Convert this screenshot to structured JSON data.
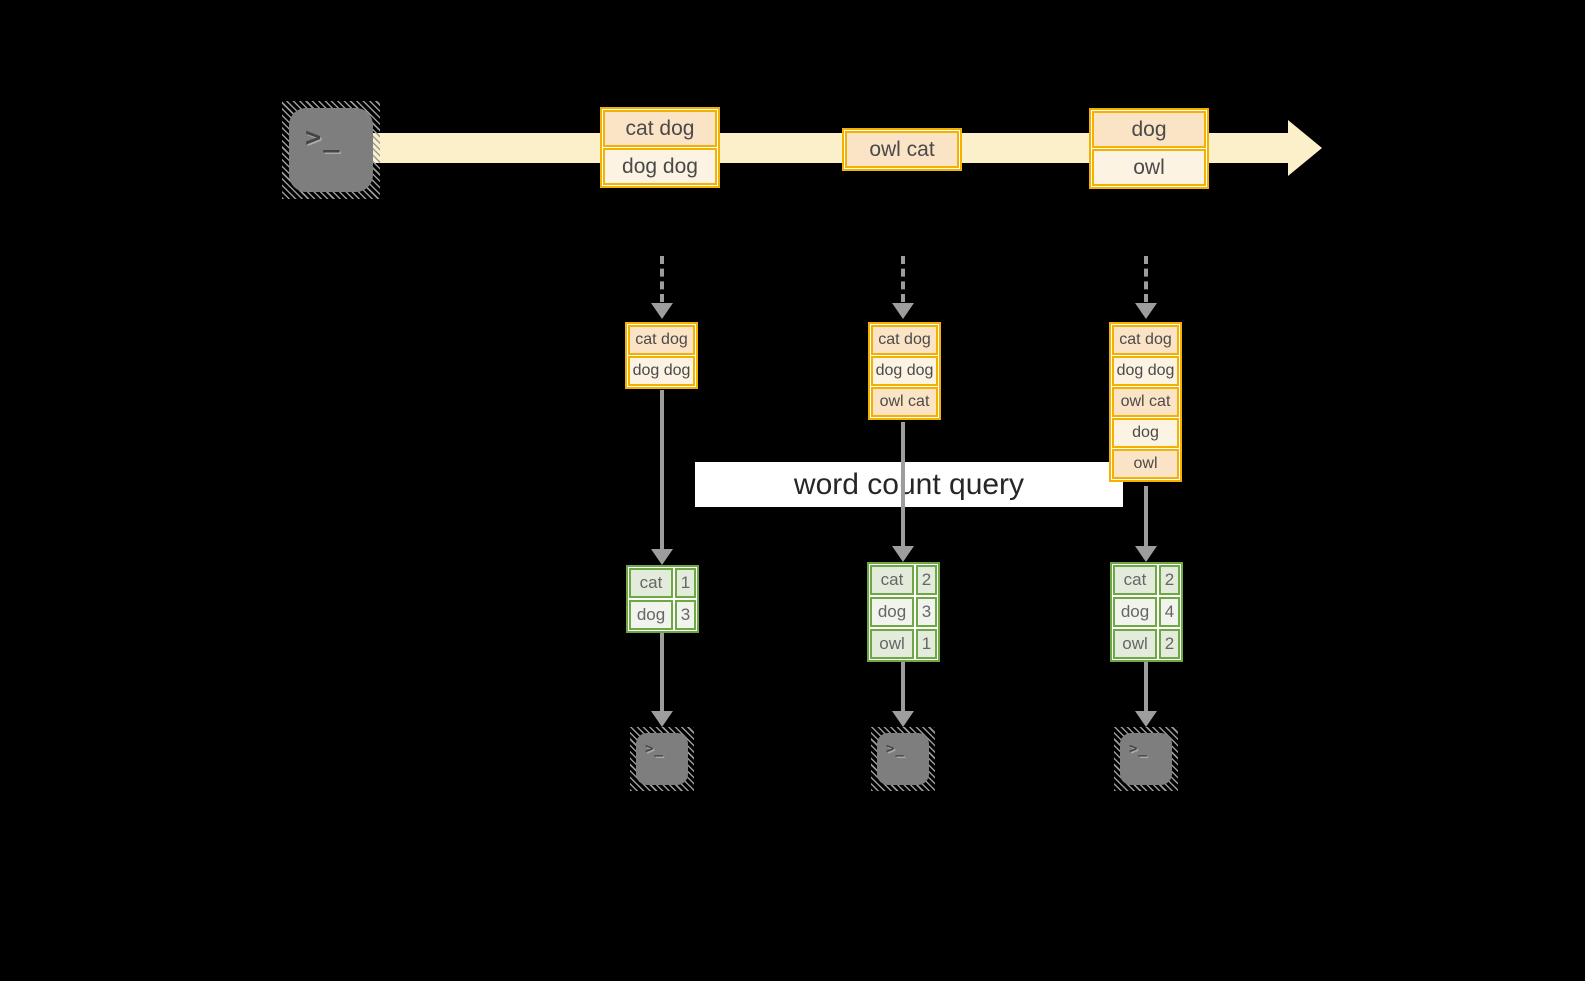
{
  "title": {
    "query_label": "word count query"
  },
  "colors": {
    "background": "#000000",
    "stream_band": "#fbf0c9",
    "orange_border": "#f3b200",
    "orange_fill_dark": "#fbe3c6",
    "orange_fill_light": "#fdf3e3",
    "green_border": "#6ea845",
    "green_fill_dark": "#e3ecda",
    "green_fill_light": "#f0f4ec",
    "arrow_gray": "#9d9d9d",
    "terminal_gray": "#7e7e7e",
    "label_bg": "#ffffff"
  },
  "icons": {
    "terminal_prompt": ">_"
  },
  "stream_events": [
    {
      "lines": [
        "cat dog",
        "dog dog"
      ]
    },
    {
      "lines": [
        "owl cat"
      ]
    },
    {
      "lines": [
        "dog",
        "owl"
      ]
    }
  ],
  "workers": [
    {
      "buffer": [
        "cat dog",
        "dog dog"
      ],
      "counts": [
        {
          "word": "cat",
          "value": "1"
        },
        {
          "word": "dog",
          "value": "3"
        }
      ]
    },
    {
      "buffer": [
        "cat dog",
        "dog dog",
        "owl cat"
      ],
      "counts": [
        {
          "word": "cat",
          "value": "2"
        },
        {
          "word": "dog",
          "value": "3"
        },
        {
          "word": "owl",
          "value": "1"
        }
      ]
    },
    {
      "buffer": [
        "cat dog",
        "dog dog",
        "owl cat",
        "dog",
        "owl"
      ],
      "counts": [
        {
          "word": "cat",
          "value": "2"
        },
        {
          "word": "dog",
          "value": "4"
        },
        {
          "word": "owl",
          "value": "2"
        }
      ]
    }
  ]
}
